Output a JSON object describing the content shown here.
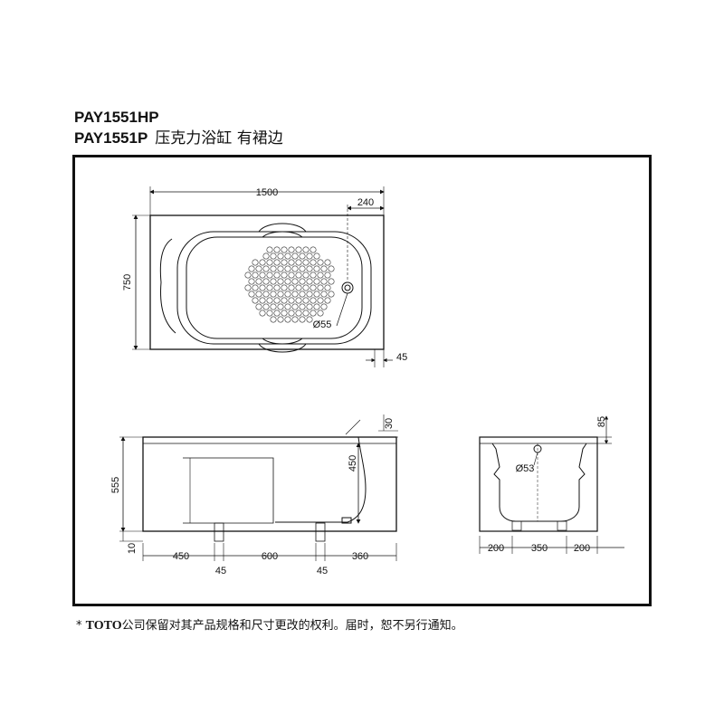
{
  "header": {
    "model_1": "PAY1551HP",
    "model_2": "PAY1551P",
    "product_name": "压克力浴缸 有裙边"
  },
  "top_view": {
    "length": "1500",
    "drain_offset": "240",
    "width": "750",
    "drain_diameter": "Ø55",
    "rim_offset": "45"
  },
  "side_view": {
    "rim_top": "30",
    "height": "555",
    "inner_depth": "450",
    "foot_gap": "10",
    "seg_left": "450",
    "seg_mid": "600",
    "seg_right": "360",
    "leg_left": "45",
    "leg_right": "45"
  },
  "end_view": {
    "rim_top": "85",
    "overflow_diameter": "Ø53",
    "seg_left": "200",
    "seg_mid": "350",
    "seg_right": "200"
  },
  "footnote": {
    "marker": "*",
    "brand": "TOTO",
    "text": "公司保留对其产品规格和尺寸更改的权利。届时，恕不另行通知。"
  }
}
